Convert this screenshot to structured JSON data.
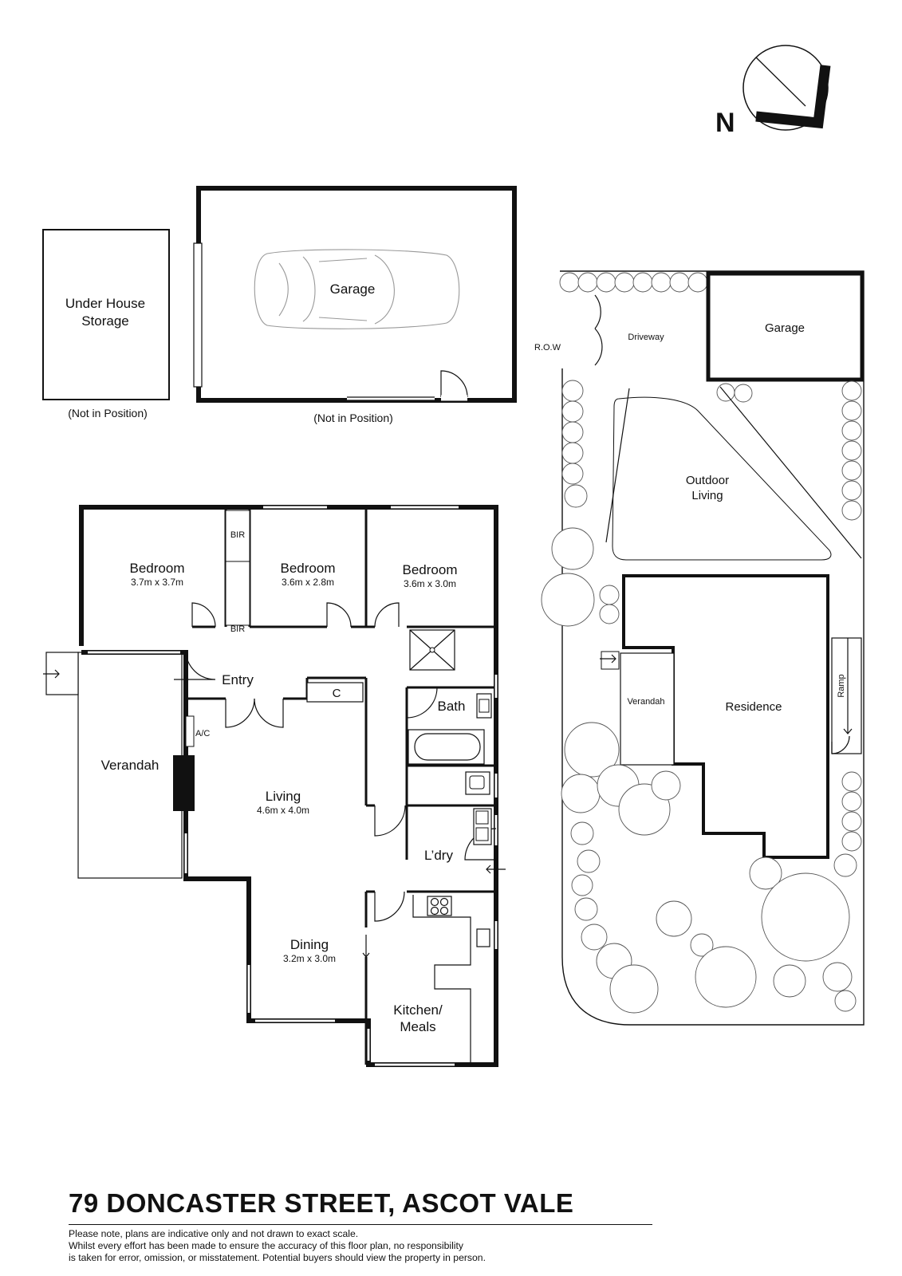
{
  "compass": {
    "north_label": "N"
  },
  "outbuildings": {
    "storage": {
      "line1": "Under House",
      "line2": "Storage",
      "note": "(Not in Position)"
    },
    "garage": {
      "label": "Garage",
      "note": "(Not in Position)"
    }
  },
  "floor_plan": {
    "bedroom_1": {
      "label": "Bedroom",
      "dims": "3.7m x 3.7m"
    },
    "bedroom_2": {
      "label": "Bedroom",
      "dims": "3.6m x 2.8m"
    },
    "bedroom_3": {
      "label": "Bedroom",
      "dims": "3.6m x 3.0m"
    },
    "bir_top": "BIR",
    "bir_bottom": "BIR",
    "entry": "Entry",
    "cupboard": "C",
    "bath": "Bath",
    "ac": "A/C",
    "verandah": "Verandah",
    "living": {
      "label": "Living",
      "dims": "4.6m x 4.0m"
    },
    "laundry": "L’dry",
    "dining": {
      "label": "Dining",
      "dims": "3.2m x 3.0m"
    },
    "kitchen": {
      "line1": "Kitchen/",
      "line2": "Meals"
    }
  },
  "site_plan": {
    "row": "R.O.W",
    "driveway": "Driveway",
    "garage": "Garage",
    "outdoor_living": {
      "line1": "Outdoor",
      "line2": "Living"
    },
    "verandah": "Verandah",
    "residence": "Residence",
    "ramp": "Ramp"
  },
  "footer": {
    "address": "79 DONCASTER STREET, ASCOT VALE",
    "disclaimer": [
      "Please note, plans are indicative only and not drawn to exact scale.",
      "Whilst every effort has been made to ensure the accuracy of this floor plan, no responsibility",
      "is taken for error, omission, or misstatement. Potential buyers should view the property in person."
    ]
  }
}
